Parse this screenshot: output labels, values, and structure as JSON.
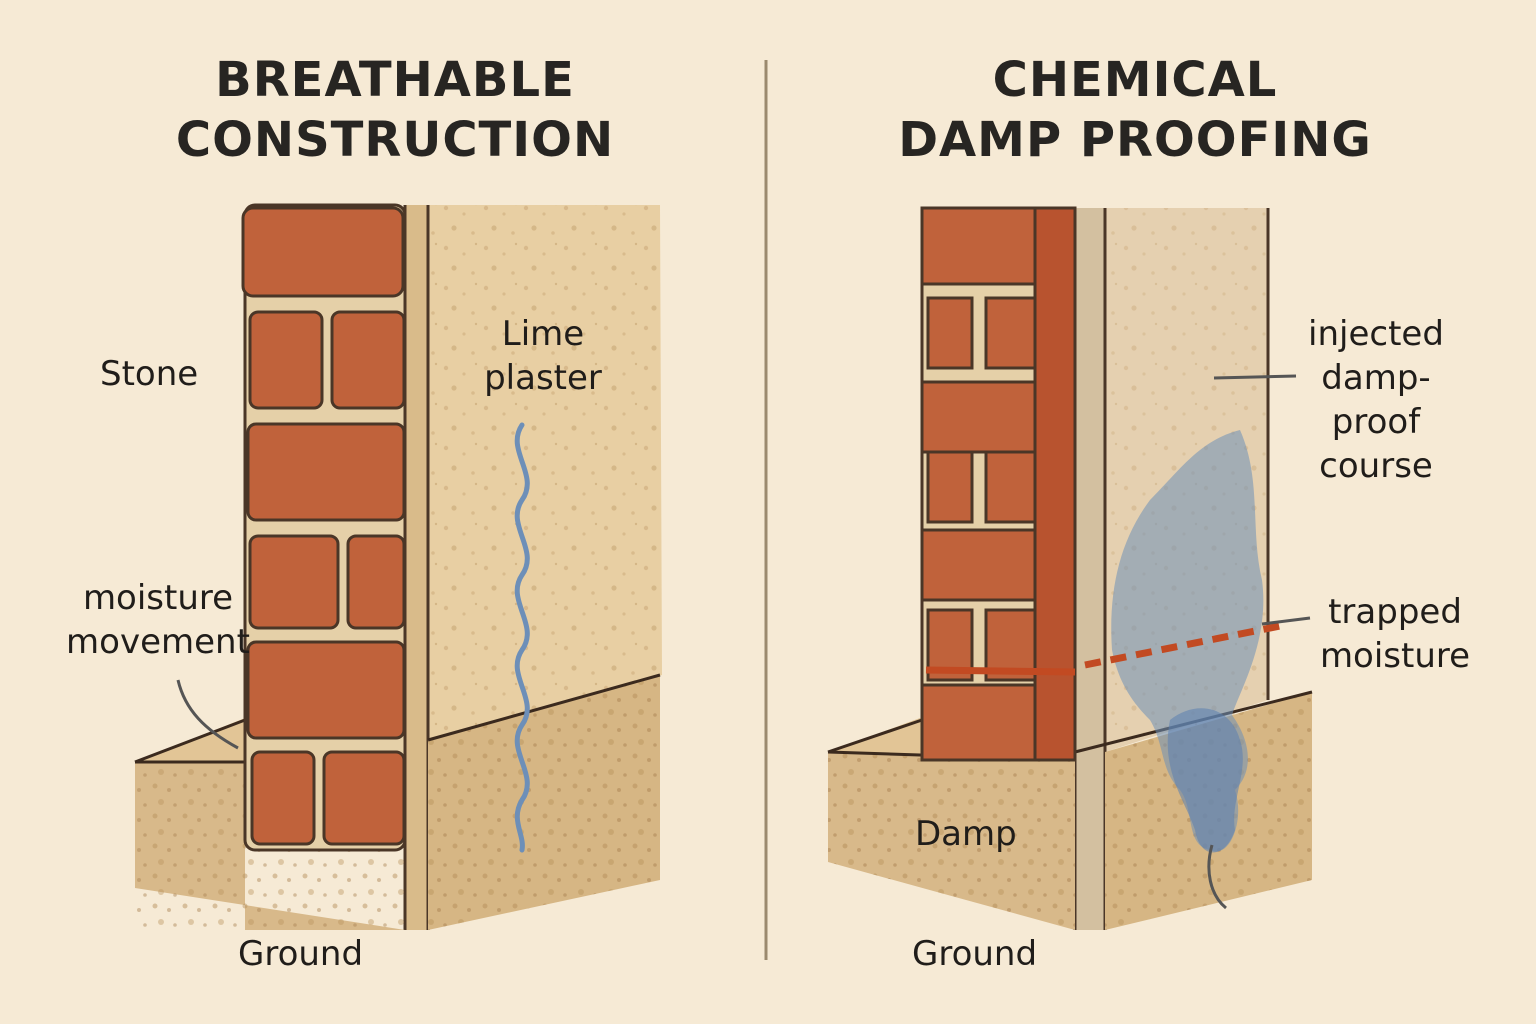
{
  "left_panel": {
    "title_line1": "BREATHABLE",
    "title_line2": "CONSTRUCTION",
    "labels": {
      "stone": "Stone",
      "lime_plaster_line1": "Lime",
      "lime_plaster_line2": "plaster",
      "moisture_movement_line1": "moisture",
      "moisture_movement_line2": "movement",
      "ground": "Ground"
    }
  },
  "right_panel": {
    "title_line1": "CHEMICAL",
    "title_line2": "DAMP PROOFING",
    "labels": {
      "injected_line1": "injected",
      "injected_line2": "damp-",
      "injected_line3": "proof",
      "injected_line4": "course",
      "trapped_line1": "trapped",
      "trapped_line2": "moisture",
      "damp": "Damp",
      "ground": "Ground"
    }
  },
  "colors": {
    "background": "#f6ead5",
    "brick": "#c0623b",
    "mortar": "#e5d0a8",
    "plaster": "#e8cfa3",
    "ground": "#d8b98a",
    "moisture": "#6d8fb8",
    "dpc_line": "#c24a22",
    "outline": "#3b2a1e"
  }
}
